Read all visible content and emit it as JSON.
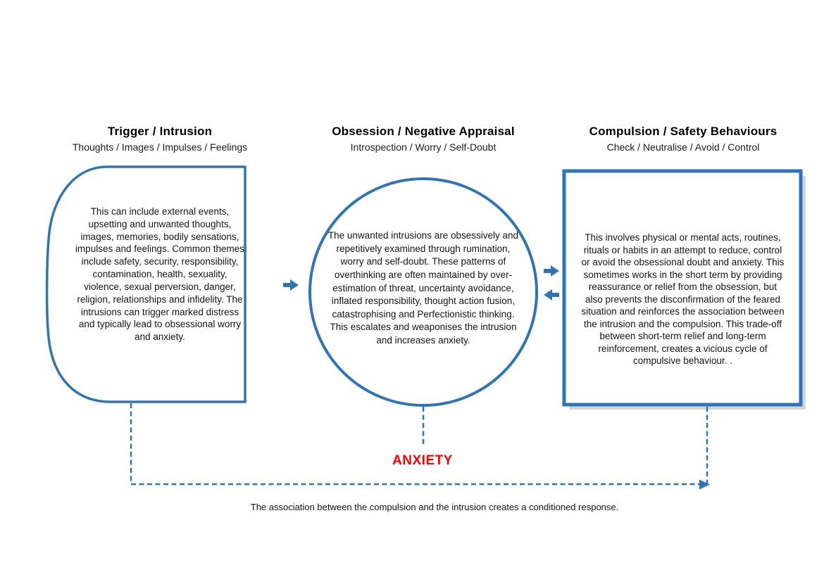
{
  "diagram": {
    "columns": [
      {
        "title": "Trigger / Intrusion",
        "subtitle": "Thoughts / Images / Impulses / Feelings",
        "body": "This can include external events, upsetting and unwanted thoughts, images, memories, bodily sensations, impulses and feelings. Common themes include safety, security, responsibility, contamination, health, sexuality, violence, sexual perversion, danger, religion, relationships and infidelity. The intrusions can trigger marked distress and typically lead to obsessional worry and anxiety."
      },
      {
        "title": "Obsession / Negative Appraisal",
        "subtitle": "Introspection / Worry / Self-Doubt",
        "body": "The unwanted intrusions are obsessively and repetitively examined through rumination, worry and self-doubt. These patterns of overthinking are often maintained by over-estimation of threat, uncertainty avoidance, inflated responsibility, thought action fusion, catastrophising and Perfectionistic thinking. This escalates and weaponises the intrusion and  increases anxiety."
      },
      {
        "title": "Compulsion / Safety Behaviours",
        "subtitle": "Check / Neutralise / Avoid / Control",
        "body": "This involves physical or mental acts, routines, rituals or habits in an attempt to reduce, control or avoid  the obsessional doubt and anxiety. This sometimes works in the short term by providing reassurance or relief from the obsession, but also prevents the disconfirmation of the feared situation and reinforces the  association between the intrusion and the compulsion. This trade-off between short-term relief and long-term reinforcement, creates a vicious cycle of compulsive behaviour. ."
      }
    ],
    "anxiety_label": "ANXIETY",
    "footer_caption": "The association between the compulsion and the intrusion creates a conditioned response.",
    "colors": {
      "shape_stroke": "#2E75B6",
      "arrow": "#2E75B6",
      "anxiety_red": "#FF0000",
      "shadow_gray": "#B3B3B3"
    }
  }
}
